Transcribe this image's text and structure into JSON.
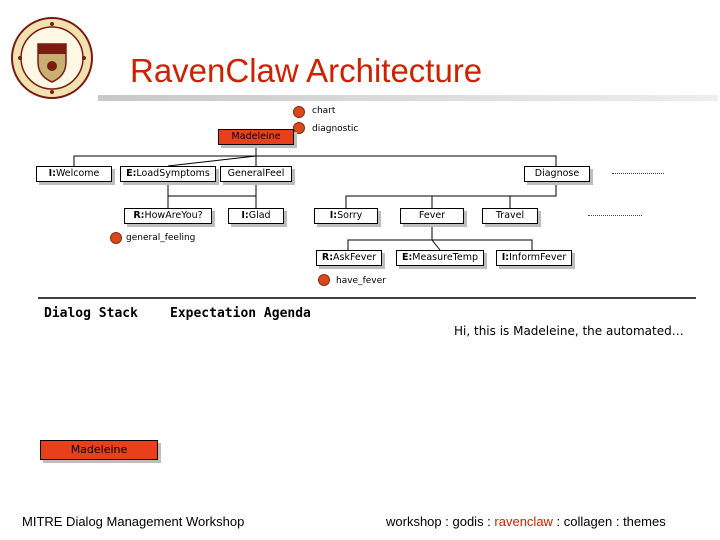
{
  "title": "RavenClaw Architecture",
  "legend": {
    "agent_label": "chart",
    "agency_label": "diagnostic"
  },
  "tree": {
    "root": {
      "name": "Madeleine"
    },
    "level1": [
      {
        "prefix": "I:",
        "name": "Welcome"
      },
      {
        "prefix": "E:",
        "name": "LoadSymptoms"
      },
      {
        "prefix": "",
        "name": "GeneralFeel"
      },
      {
        "prefix": "",
        "name": "Diagnose"
      }
    ],
    "level2": [
      {
        "prefix": "R:",
        "name": "HowAreYou?"
      },
      {
        "prefix": "I:",
        "name": "Glad"
      },
      {
        "prefix": "I:",
        "name": "Sorry"
      },
      {
        "prefix": "",
        "name": "Fever"
      },
      {
        "prefix": "",
        "name": "Travel"
      }
    ],
    "level3": [
      {
        "prefix": "R:",
        "name": "AskFever"
      },
      {
        "prefix": "E:",
        "name": "MeasureTemp"
      },
      {
        "prefix": "I:",
        "name": "InformFever"
      }
    ],
    "concepts": {
      "general_feeling": "general_feeling",
      "have_fever": "have_fever"
    }
  },
  "dialog_stack": {
    "heading": "Dialog Stack",
    "items": [
      "Madeleine"
    ]
  },
  "expectation_agenda": {
    "heading": "Expectation Agenda"
  },
  "system_prompt": "Hi, this is Madeleine, the automated…",
  "footer": {
    "left": "MITRE Dialog Management Workshop",
    "nav": [
      "workshop",
      "godis",
      "ravenclaw",
      "collagen",
      "themes"
    ],
    "separator": " : "
  },
  "colors": {
    "title": "#cc2200",
    "node_fill": "#e8401c",
    "concept_dot": "#d84a1b"
  }
}
